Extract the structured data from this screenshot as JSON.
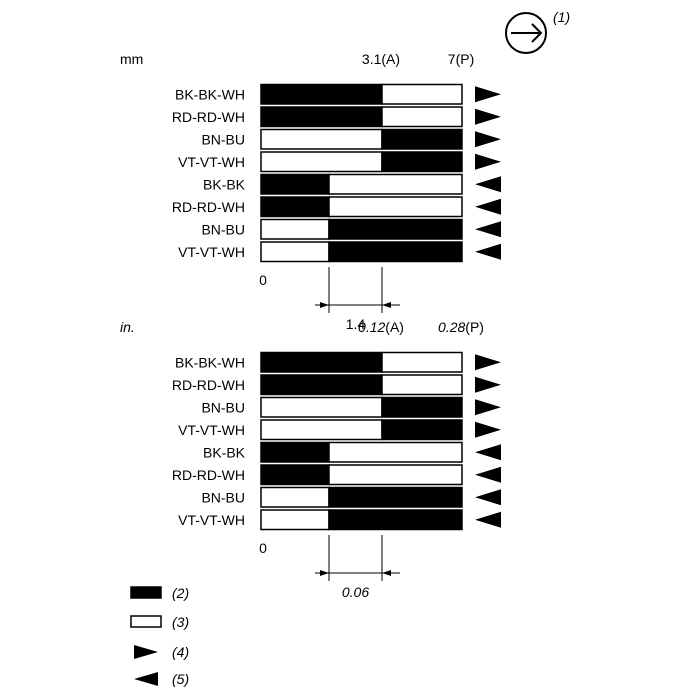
{
  "header": {
    "direction_callout": "(1)"
  },
  "diagrams": [
    {
      "unit_label": "mm",
      "unit_italic": false,
      "top_ticks": [
        {
          "value": "3.1",
          "suffix": "(A)"
        },
        {
          "value": "7",
          "suffix": "(P)"
        }
      ],
      "zero_label": "0",
      "dimension_label": "1.4",
      "rows": [
        {
          "wire": "BK-BK-WH",
          "pattern": "long",
          "arrow": "right"
        },
        {
          "wire": "RD-RD-WH",
          "pattern": "long",
          "arrow": "right"
        },
        {
          "wire": "BN-BU",
          "pattern": "long-inv",
          "arrow": "right"
        },
        {
          "wire": "VT-VT-WH",
          "pattern": "long-inv",
          "arrow": "right"
        },
        {
          "wire": "BK-BK",
          "pattern": "short",
          "arrow": "left"
        },
        {
          "wire": "RD-RD-WH",
          "pattern": "short",
          "arrow": "left"
        },
        {
          "wire": "BN-BU",
          "pattern": "short-inv",
          "arrow": "left"
        },
        {
          "wire": "VT-VT-WH",
          "pattern": "short-inv",
          "arrow": "left"
        }
      ]
    },
    {
      "unit_label": "in.",
      "unit_italic": true,
      "top_ticks": [
        {
          "value": "0.12",
          "suffix": "(A)"
        },
        {
          "value": "0.28",
          "suffix": "(P)"
        }
      ],
      "zero_label": "0",
      "dimension_label": "0.06",
      "rows": [
        {
          "wire": "BK-BK-WH",
          "pattern": "long",
          "arrow": "right"
        },
        {
          "wire": "RD-RD-WH",
          "pattern": "long",
          "arrow": "right"
        },
        {
          "wire": "BN-BU",
          "pattern": "long-inv",
          "arrow": "right"
        },
        {
          "wire": "VT-VT-WH",
          "pattern": "long-inv",
          "arrow": "right"
        },
        {
          "wire": "BK-BK",
          "pattern": "short",
          "arrow": "left"
        },
        {
          "wire": "RD-RD-WH",
          "pattern": "short",
          "arrow": "left"
        },
        {
          "wire": "BN-BU",
          "pattern": "short-inv",
          "arrow": "left"
        },
        {
          "wire": "VT-VT-WH",
          "pattern": "short-inv",
          "arrow": "left"
        }
      ]
    }
  ],
  "legend": [
    {
      "symbol": "filled-bar",
      "label": "(2)"
    },
    {
      "symbol": "empty-bar",
      "label": "(3)"
    },
    {
      "symbol": "right-arrow",
      "label": "(4)"
    },
    {
      "symbol": "left-arrow",
      "label": "(5)"
    }
  ],
  "colors": {
    "fill": "#000000",
    "background": "#ffffff"
  }
}
